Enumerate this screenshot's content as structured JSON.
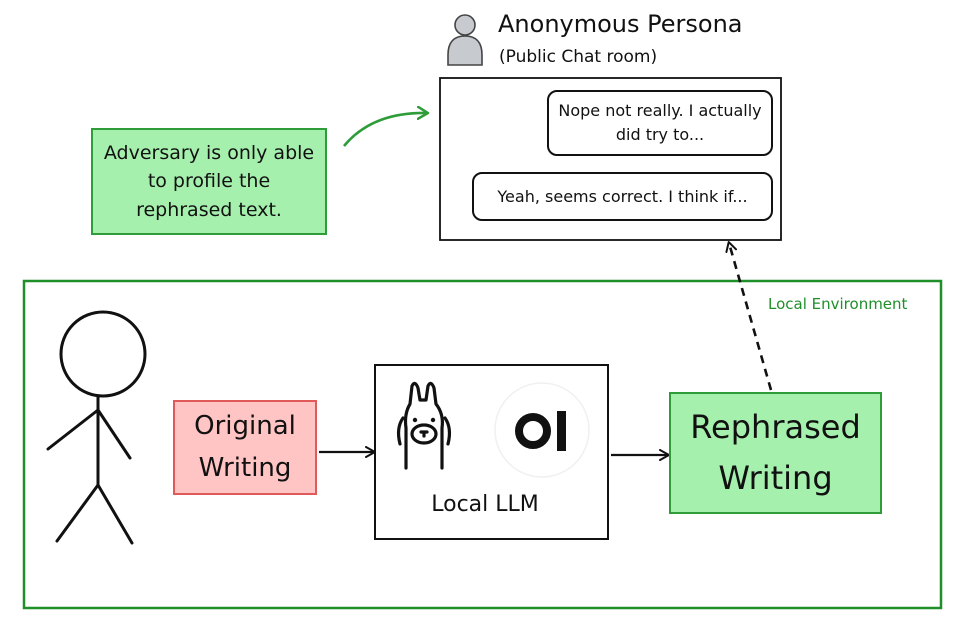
{
  "persona": {
    "title": "Anonymous Persona",
    "subtitle": "(Public Chat room)",
    "icon": "user-silhouette-icon"
  },
  "chat": {
    "messages": [
      "Nope not really. I actually did try to...",
      "Yeah, seems correct. I think if..."
    ]
  },
  "note": {
    "text": "Adversary is only able to profile the rephrased text."
  },
  "environment": {
    "label": "Local Environment"
  },
  "pipeline": {
    "original": "Original Writing",
    "llm_label": "Local LLM",
    "llm_icons": [
      "llama-icon",
      "ollama-oi-icon"
    ],
    "rephrased": "Rephrased Writing"
  },
  "colors": {
    "green_fill": "#a6f0ae",
    "green_stroke": "#2f9c3a",
    "env_green": "#1f8f2a",
    "red_fill": "#ffc4c4",
    "red_stroke": "#e05a5a"
  }
}
